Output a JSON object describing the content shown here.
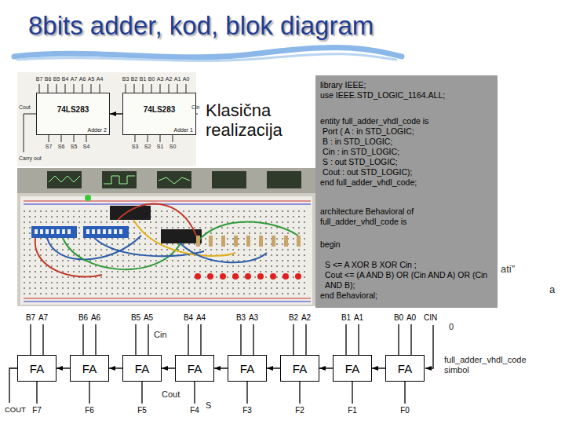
{
  "diagram": {
    "title": "8bits adder, kod, blok diagram",
    "nodes": [
      {
        "text": [
          "74LS283",
          "Adder 2"
        ]
      },
      {
        "text": [
          "74LS283",
          "Adder 1"
        ]
      },
      {
        "text": [
          "library IEEE;",
          "use IEEE.STD_LOGIC_1164.ALL;",
          "entity full_adder_vhdl_code is",
          "Port ( A : in STD_LOGIC;",
          "B : in STD_LOGIC;",
          "Cin : in STD_LOGIC;",
          "S : out STD_LOGIC;",
          "Cout : out STD_LOGIC);",
          "end full_adder_vhdl_code;",
          "architecture Behavioral of full_adder_vhdl_code is",
          "begin",
          "S <= A XOR B XOR Cin ;",
          "Cout <= (A AND B) OR (Cin AND A) OR (Cin AND B);",
          "end Behavioral;"
        ]
      },
      {
        "text": [
          "FA"
        ]
      },
      {
        "text": [
          "FA"
        ]
      },
      {
        "text": [
          "FA"
        ]
      },
      {
        "text": [
          "FA"
        ]
      },
      {
        "text": [
          "FA"
        ]
      },
      {
        "text": [
          "FA"
        ]
      },
      {
        "text": [
          "FA"
        ]
      },
      {
        "text": [
          "FA"
        ]
      }
    ],
    "edges": [
      {
        "from": 1,
        "to": 0,
        "arrow": "to"
      },
      {
        "from": 10,
        "to": 9,
        "arrow": "to"
      },
      {
        "from": 9,
        "to": 8,
        "arrow": "to"
      },
      {
        "from": 8,
        "to": 7,
        "arrow": "to"
      },
      {
        "from": 7,
        "to": 6,
        "arrow": "to"
      },
      {
        "from": 6,
        "to": 5,
        "arrow": "to"
      },
      {
        "from": 5,
        "to": 4,
        "arrow": "to"
      },
      {
        "from": 4,
        "to": 3,
        "arrow": "to"
      }
    ],
    "labels": [
      "B7",
      "B6",
      "B5",
      "B4",
      "A7",
      "A6",
      "A5",
      "A4",
      "B3",
      "B2",
      "B1",
      "B0",
      "A3",
      "A2",
      "A1",
      "A0",
      "Cout",
      "Cin",
      "S7",
      "S6",
      "S5",
      "S4",
      "S3",
      "S2",
      "S1",
      "S0",
      "Carry out",
      "Klasična realizacija",
      "ati”",
      "a",
      "B7",
      "A7",
      "B6",
      "A6",
      "B5",
      "A5",
      "B4",
      "A4",
      "B3",
      "A3",
      "B2",
      "A2",
      "B1",
      "A1",
      "B0",
      "A0",
      "CIN",
      "COUT",
      "F7",
      "F6",
      "F5",
      "F4",
      "F3",
      "F2",
      "F1",
      "F0",
      "Cin",
      "0",
      "full_adder_vhdl_code simbol",
      "Cout",
      "S"
    ]
  }
}
